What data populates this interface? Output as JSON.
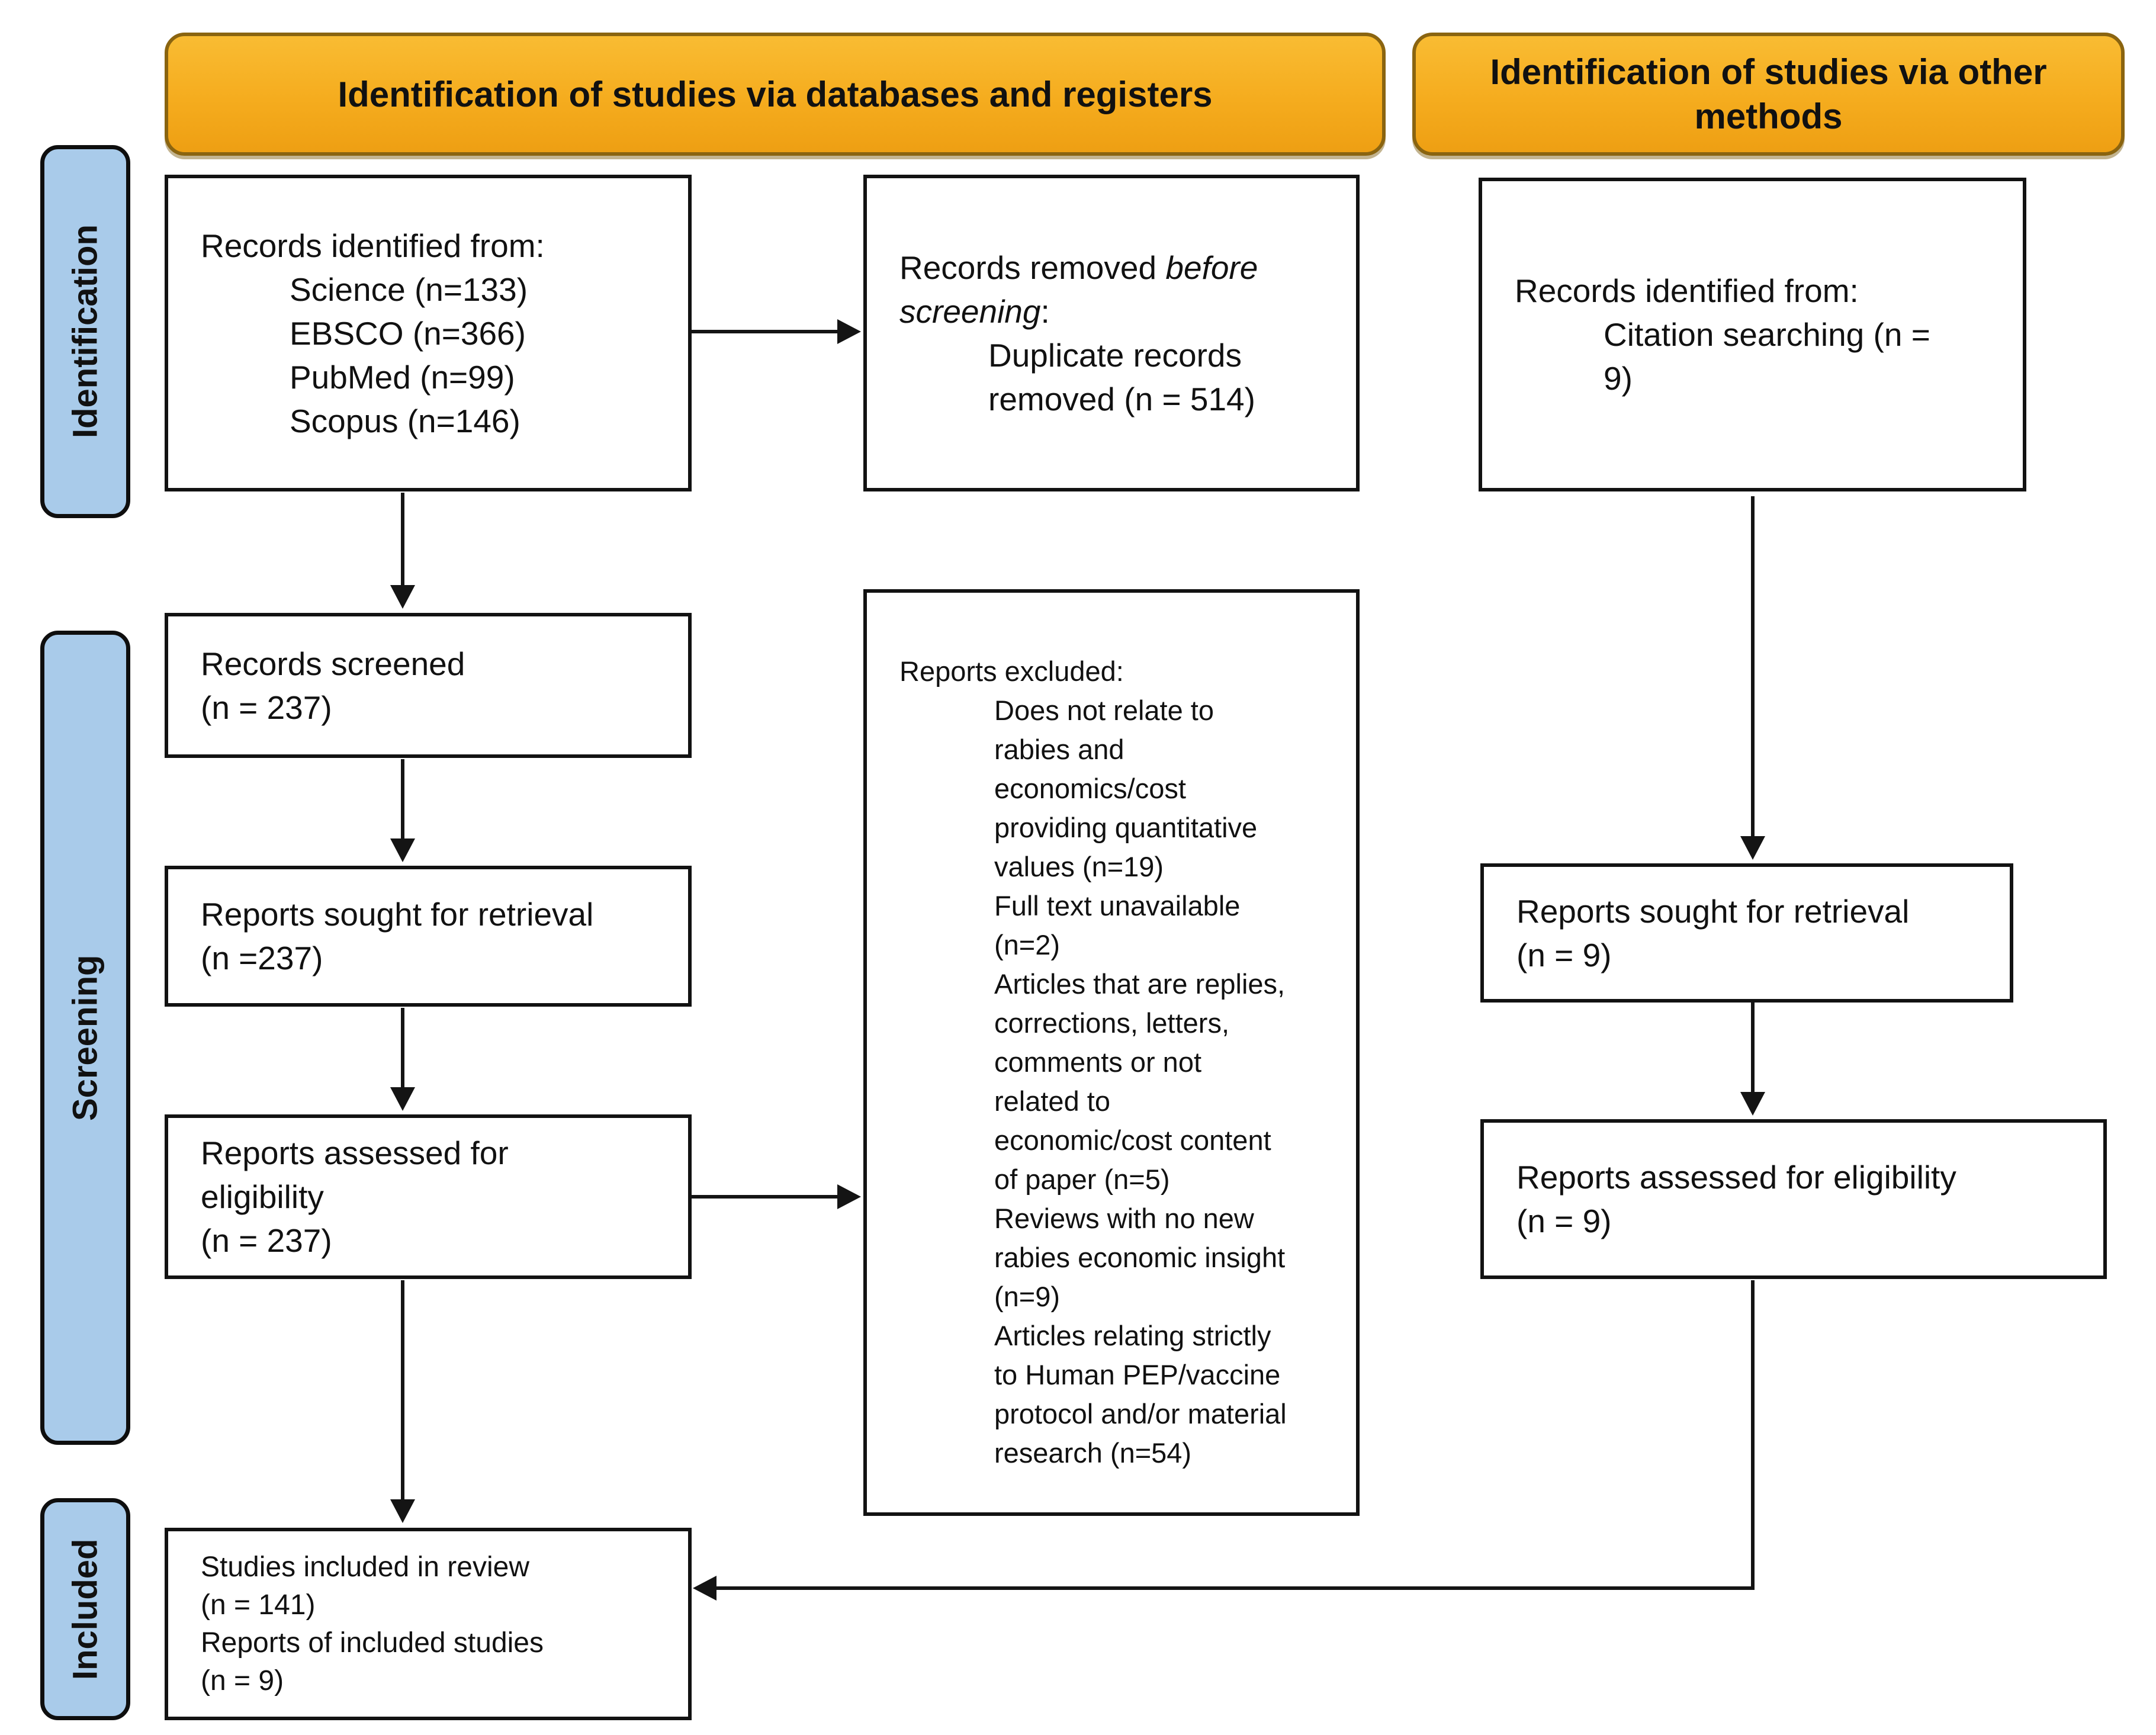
{
  "headers": {
    "databases": "Identification of studies via databases and registers",
    "other": "Identification of studies via other methods"
  },
  "stages": {
    "identification": "Identification",
    "screening": "Screening",
    "included": "Included"
  },
  "colors": {
    "header_fill": "#F5AC1E",
    "header_fill_light": "#F9BC33",
    "header_fill_dark": "#EE9F13",
    "header_border": "#8A6410",
    "stage_fill": "#A9CBEA",
    "box_border": "#121212",
    "arrow_color": "#141414"
  },
  "boxes": {
    "records_identified": {
      "lines": [
        {
          "indent": 0,
          "runs": [
            "Records identified from:"
          ]
        },
        {
          "indent": 1,
          "runs": [
            "Science (n=133)"
          ]
        },
        {
          "indent": 1,
          "runs": [
            "EBSCO (n=366)"
          ]
        },
        {
          "indent": 1,
          "runs": [
            "PubMed (n=99)"
          ]
        },
        {
          "indent": 1,
          "runs": [
            "Scopus (n=146)"
          ]
        }
      ]
    },
    "records_removed": {
      "lines": [
        {
          "indent": 0,
          "runs": [
            "Records removed ",
            {
              "t": "before",
              "i": true
            }
          ]
        },
        {
          "indent": 0,
          "runs": [
            {
              "t": "screening",
              "i": true
            },
            ":"
          ]
        },
        {
          "indent": 1,
          "runs": [
            "Duplicate records"
          ]
        },
        {
          "indent": 1,
          "runs": [
            "removed (n = 514)"
          ]
        }
      ]
    },
    "citation_identified": {
      "lines": [
        {
          "indent": 0,
          "runs": [
            "Records identified from:"
          ]
        },
        {
          "indent": 1,
          "runs": [
            "Citation searching (n ="
          ]
        },
        {
          "indent": 1,
          "runs": [
            "9)"
          ]
        }
      ]
    },
    "records_screened": {
      "lines": [
        {
          "indent": 0,
          "runs": [
            "Records screened"
          ]
        },
        {
          "indent": 0,
          "runs": [
            "(n = 237)"
          ]
        }
      ]
    },
    "reports_sought": {
      "lines": [
        {
          "indent": 0,
          "runs": [
            "Reports sought for retrieval"
          ]
        },
        {
          "indent": 0,
          "runs": [
            "(n =237)"
          ]
        }
      ]
    },
    "reports_assessed": {
      "lines": [
        {
          "indent": 0,
          "runs": [
            "Reports assessed for"
          ]
        },
        {
          "indent": 0,
          "runs": [
            "eligibility"
          ]
        },
        {
          "indent": 0,
          "runs": [
            "(n = 237)"
          ]
        }
      ]
    },
    "reports_excluded": {
      "lines": [
        {
          "indent": 0,
          "runs": [
            "Reports excluded:"
          ]
        },
        {
          "indent": 1,
          "runs": [
            "Does not relate to"
          ]
        },
        {
          "indent": 1,
          "runs": [
            "rabies and"
          ]
        },
        {
          "indent": 1,
          "runs": [
            "economics/cost"
          ]
        },
        {
          "indent": 1,
          "runs": [
            "providing quantitative"
          ]
        },
        {
          "indent": 1,
          "runs": [
            "values (n=19)"
          ]
        },
        {
          "indent": 1,
          "runs": [
            "Full text unavailable"
          ]
        },
        {
          "indent": 1,
          "runs": [
            "(n=2)"
          ]
        },
        {
          "indent": 1,
          "runs": [
            "Articles that are replies,"
          ]
        },
        {
          "indent": 1,
          "runs": [
            "corrections, letters,"
          ]
        },
        {
          "indent": 1,
          "runs": [
            "comments or not"
          ]
        },
        {
          "indent": 1,
          "runs": [
            "related to"
          ]
        },
        {
          "indent": 1,
          "runs": [
            "economic/cost content"
          ]
        },
        {
          "indent": 1,
          "runs": [
            "of paper (n=5)"
          ]
        },
        {
          "indent": 1,
          "runs": [
            "Reviews with no new"
          ]
        },
        {
          "indent": 1,
          "runs": [
            "rabies economic insight"
          ]
        },
        {
          "indent": 1,
          "runs": [
            "(n=9)"
          ]
        },
        {
          "indent": 1,
          "runs": [
            "Articles relating strictly"
          ]
        },
        {
          "indent": 1,
          "runs": [
            "to Human PEP/vaccine"
          ]
        },
        {
          "indent": 1,
          "runs": [
            "protocol and/or material"
          ]
        },
        {
          "indent": 1,
          "runs": [
            "research (n=54)"
          ]
        }
      ]
    },
    "citation_sought": {
      "lines": [
        {
          "indent": 0,
          "runs": [
            "Reports sought for retrieval"
          ]
        },
        {
          "indent": 0,
          "runs": [
            "(n = 9)"
          ]
        }
      ]
    },
    "citation_assessed": {
      "lines": [
        {
          "indent": 0,
          "runs": [
            "Reports assessed for eligibility"
          ]
        },
        {
          "indent": 0,
          "runs": [
            "(n = 9)"
          ]
        }
      ]
    },
    "studies_included": {
      "lines": [
        {
          "indent": 0,
          "runs": [
            "Studies included in review"
          ]
        },
        {
          "indent": 0,
          "runs": [
            "(n = 141)"
          ]
        },
        {
          "indent": 0,
          "runs": [
            "Reports of included studies"
          ]
        },
        {
          "indent": 0,
          "runs": [
            "(n = 9)"
          ]
        }
      ]
    }
  }
}
